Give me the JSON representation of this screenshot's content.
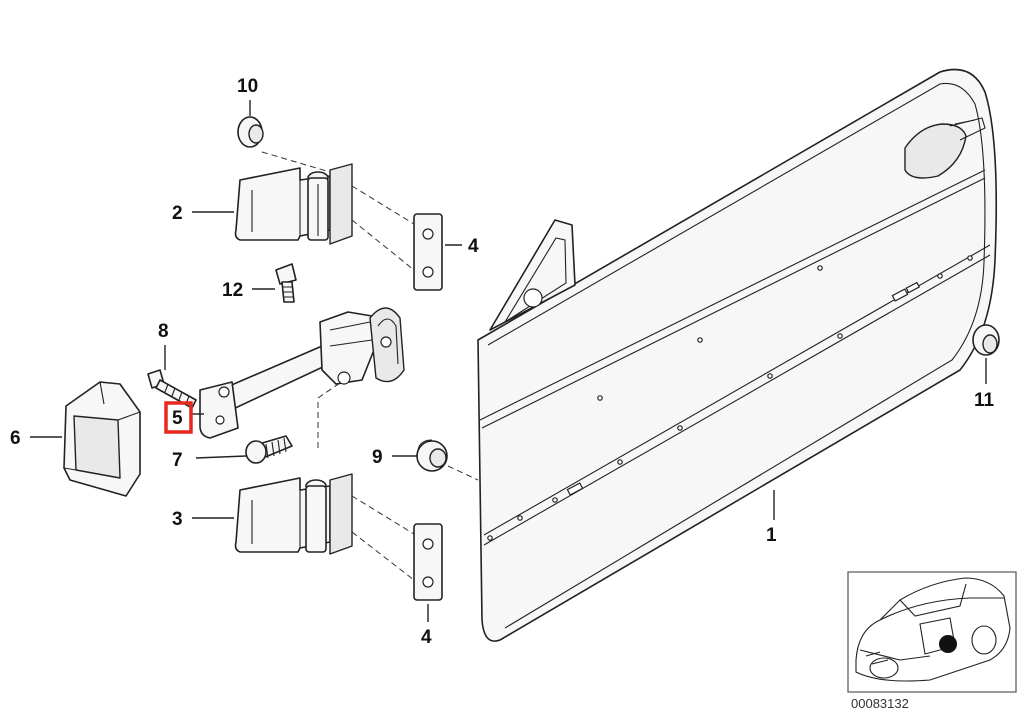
{
  "diagram": {
    "callouts": [
      {
        "id": "part-1",
        "number": "1"
      },
      {
        "id": "part-2",
        "number": "2"
      },
      {
        "id": "part-3",
        "number": "3"
      },
      {
        "id": "part-4-top",
        "number": "4"
      },
      {
        "id": "part-4-bottom",
        "number": "4"
      },
      {
        "id": "part-5",
        "number": "5",
        "highlighted": true
      },
      {
        "id": "part-6",
        "number": "6"
      },
      {
        "id": "part-7",
        "number": "7"
      },
      {
        "id": "part-8",
        "number": "8"
      },
      {
        "id": "part-9",
        "number": "9"
      },
      {
        "id": "part-10",
        "number": "10"
      },
      {
        "id": "part-11",
        "number": "11"
      },
      {
        "id": "part-12",
        "number": "12"
      }
    ],
    "highlight_color": "#e8281e",
    "reference_number": "00083132"
  }
}
